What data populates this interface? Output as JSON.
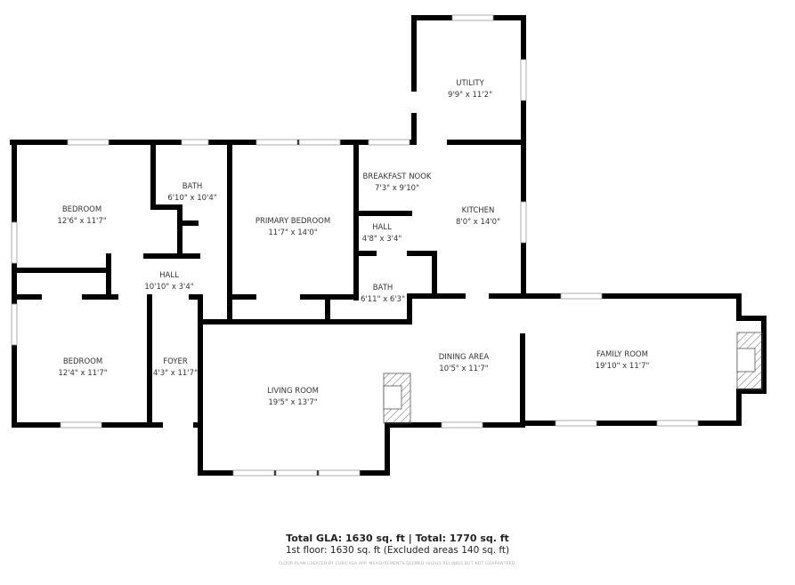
{
  "rooms": [
    {
      "name": "UTILITY",
      "size": "9'9\" x 11'2\""
    },
    {
      "name": "BEDROOM",
      "size": "12'6\" x 11'7\""
    },
    {
      "name": "BATH",
      "size": "6'10\" x 10'4\""
    },
    {
      "name": "PRIMARY BEDROOM",
      "size": "11'7\" x 14'0\""
    },
    {
      "name": "BREAKFAST NOOK",
      "size": "7'3\" x 9'10\""
    },
    {
      "name": "KITCHEN",
      "size": "8'0\" x 14'0\""
    },
    {
      "name": "HALL",
      "size": "4'8\" x 3'4\""
    },
    {
      "name": "HALL",
      "size": "10'10\" x 3'4\""
    },
    {
      "name": "BATH",
      "size": "6'11\" x 6'3\""
    },
    {
      "name": "BEDROOM",
      "size": "12'4\" x 11'7\""
    },
    {
      "name": "FOYER",
      "size": "4'3\" x 11'7\""
    },
    {
      "name": "LIVING ROOM",
      "size": "19'5\" x 13'7\""
    },
    {
      "name": "DINING AREA",
      "size": "10'5\" x 11'7\""
    },
    {
      "name": "FAMILY ROOM",
      "size": "19'10\" x 11'7\""
    }
  ],
  "footer": {
    "totals": "Total GLA: 1630 sq. ft | Total: 1770 sq. ft",
    "floor": "1st floor: 1630 sq. ft (Excluded areas 140 sq. ft)",
    "disclaimer": "FLOOR PLAN CREATED BY CUBICASA APP. MEASUREMENTS DEEMED HIGHLY RELIABLE BUT NOT GUARANTEED."
  },
  "colors": {
    "wall": "#000000",
    "window": "#ffffff",
    "text": "#333333"
  }
}
